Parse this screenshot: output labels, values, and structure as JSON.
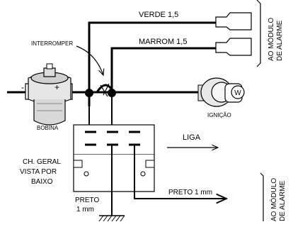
{
  "labels": {
    "verde": "VERDE 1,5",
    "marrom": "MARROM 1,5",
    "interromper": "INTERROMPER",
    "bobina": "BOBINA",
    "ignicao": "IGNIÇÃO",
    "liga": "LIGA",
    "ch_geral_1": "CH. GERAL",
    "ch_geral_2": "VISTA POR",
    "ch_geral_3": "BAIXO",
    "preto_1": "PRETO",
    "preto_2": "1 mm",
    "preto_1mm": "PRETO 1 mm",
    "ao_modulo_top_1": "AO MÓDULO",
    "ao_modulo_top_2": "DE ALARME",
    "ao_modulo_bottom_1": "AO MÓDULO",
    "ao_modulo_bottom_2": "DE ALARME",
    "minus": "-",
    "plus": "+",
    "switch_letter": "W"
  }
}
